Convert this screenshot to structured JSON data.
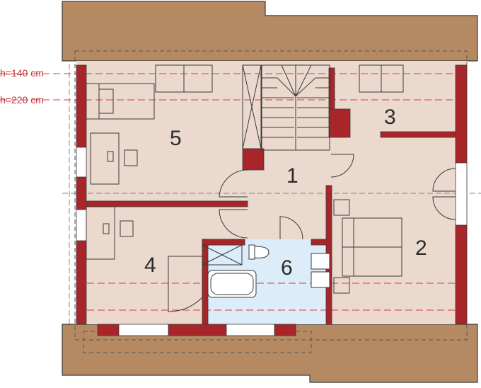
{
  "legend": {
    "h140": "h=140 cm",
    "h220": "h=220 cm"
  },
  "rooms": {
    "r1": "1",
    "r2": "2",
    "r3": "3",
    "r4": "4",
    "r5": "5",
    "r6": "6"
  },
  "colors": {
    "roof": "#b58a63",
    "floor": "#ead9cc",
    "bathroom": "#dcecf8",
    "wall": "#a8262a",
    "outline": "#3a3a3a",
    "height_line": "#d83a44"
  }
}
